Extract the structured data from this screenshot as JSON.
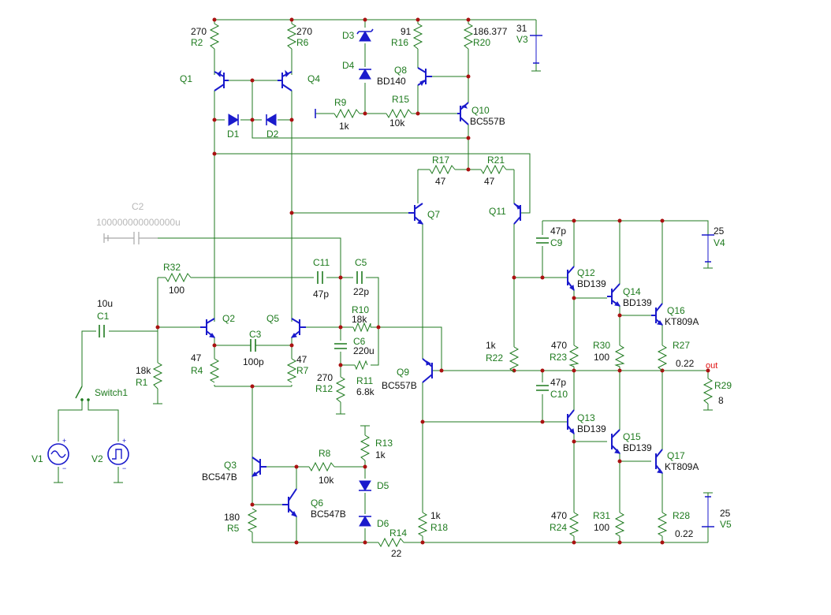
{
  "components": {
    "R2": {
      "ref": "R2",
      "value": "270"
    },
    "R6": {
      "ref": "R6",
      "value": "270"
    },
    "R16": {
      "ref": "R16",
      "value": "91"
    },
    "R20": {
      "ref": "R20",
      "value": "186.377"
    },
    "R9": {
      "ref": "R9",
      "value": "1k"
    },
    "R15": {
      "ref": "R15",
      "value": "10k"
    },
    "R17": {
      "ref": "R17",
      "value": "47"
    },
    "R21": {
      "ref": "R21",
      "value": "47"
    },
    "R32": {
      "ref": "R32",
      "value": "100"
    },
    "R10": {
      "ref": "R10",
      "value": "18k"
    },
    "R11": {
      "ref": "R11",
      "value": "6.8k"
    },
    "R12": {
      "ref": "R12",
      "value": "270"
    },
    "R1": {
      "ref": "R1",
      "value": "18k"
    },
    "R4": {
      "ref": "R4",
      "value": "47"
    },
    "R7": {
      "ref": "R7",
      "value": "47"
    },
    "R22": {
      "ref": "R22",
      "value": "1k"
    },
    "R23": {
      "ref": "R23",
      "value": "470"
    },
    "R30": {
      "ref": "R30",
      "value": "100"
    },
    "R27": {
      "ref": "R27",
      "value": "0.22"
    },
    "R29": {
      "ref": "R29",
      "value": "8"
    },
    "R13": {
      "ref": "R13",
      "value": "1k"
    },
    "R8": {
      "ref": "R8",
      "value": "10k"
    },
    "R5": {
      "ref": "R5",
      "value": "180"
    },
    "R14": {
      "ref": "R14",
      "value": "22"
    },
    "R18": {
      "ref": "R18",
      "value": "1k"
    },
    "R24": {
      "ref": "R24",
      "value": "470"
    },
    "R31": {
      "ref": "R31",
      "value": "100"
    },
    "R28": {
      "ref": "R28",
      "value": "0.22"
    },
    "C1": {
      "ref": "C1",
      "value": "10u"
    },
    "C2": {
      "ref": "C2",
      "value": "100000000000000u"
    },
    "C3": {
      "ref": "C3",
      "value": "100p"
    },
    "C5": {
      "ref": "C5",
      "value": "22p"
    },
    "C6": {
      "ref": "C6",
      "value": "220u"
    },
    "C9": {
      "ref": "C9",
      "value": "47p"
    },
    "C10": {
      "ref": "C10",
      "value": "47p"
    },
    "C11": {
      "ref": "C11",
      "value": "47p"
    },
    "Q1": {
      "ref": "Q1"
    },
    "Q2": {
      "ref": "Q2"
    },
    "Q3": {
      "ref": "Q3",
      "model": "BC547B"
    },
    "Q4": {
      "ref": "Q4"
    },
    "Q5": {
      "ref": "Q5"
    },
    "Q6": {
      "ref": "Q6",
      "model": "BC547B"
    },
    "Q7": {
      "ref": "Q7"
    },
    "Q8": {
      "ref": "Q8",
      "model": "BD140"
    },
    "Q9": {
      "ref": "Q9",
      "model": "BC557B"
    },
    "Q10": {
      "ref": "Q10",
      "model": "BC557B"
    },
    "Q11": {
      "ref": "Q11"
    },
    "Q12": {
      "ref": "Q12",
      "model": "BD139"
    },
    "Q13": {
      "ref": "Q13",
      "model": "BD139"
    },
    "Q14": {
      "ref": "Q14",
      "model": "BD139"
    },
    "Q15": {
      "ref": "Q15",
      "model": "BD139"
    },
    "Q16": {
      "ref": "Q16",
      "model": "KT809A"
    },
    "Q17": {
      "ref": "Q17",
      "model": "KT809A"
    },
    "D1": {
      "ref": "D1"
    },
    "D2": {
      "ref": "D2"
    },
    "D3": {
      "ref": "D3"
    },
    "D4": {
      "ref": "D4"
    },
    "D5": {
      "ref": "D5"
    },
    "D6": {
      "ref": "D6"
    },
    "V1": {
      "ref": "V1"
    },
    "V2": {
      "ref": "V2"
    },
    "V3": {
      "ref": "V3",
      "value": "31"
    },
    "V4": {
      "ref": "V4",
      "value": "25"
    },
    "V5": {
      "ref": "V5",
      "value": "25"
    },
    "Switch1": {
      "ref": "Switch1"
    }
  },
  "net_labels": {
    "out": "out"
  },
  "colors": {
    "wire": "#1f7a1f",
    "device": "#1a1acc",
    "label": "#1d7a1d",
    "node": "#aa1111",
    "out_label": "#e01010",
    "disabled": "#a8a8a8"
  }
}
